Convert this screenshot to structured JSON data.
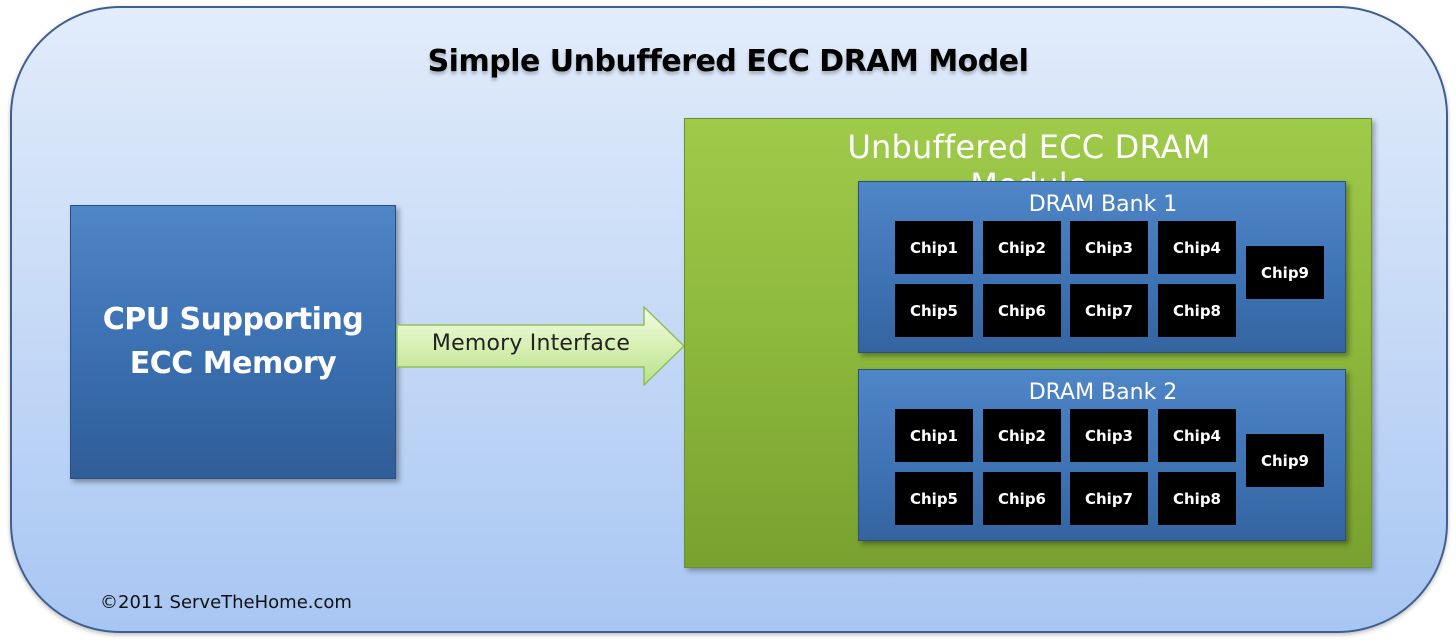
{
  "title": "Simple Unbuffered ECC DRAM Model",
  "cpu": {
    "label_line1": "CPU Supporting",
    "label_line2": "ECC Memory"
  },
  "interface": {
    "label": "Memory Interface"
  },
  "module": {
    "title": "Unbuffered ECC DRAM Module",
    "banks": [
      {
        "title": "DRAM Bank 1",
        "chips": [
          "Chip1",
          "Chip2",
          "Chip3",
          "Chip4",
          "Chip5",
          "Chip6",
          "Chip7",
          "Chip8",
          "Chip9"
        ]
      },
      {
        "title": "DRAM Bank 2",
        "chips": [
          "Chip1",
          "Chip2",
          "Chip3",
          "Chip4",
          "Chip5",
          "Chip6",
          "Chip7",
          "Chip8",
          "Chip9"
        ]
      }
    ]
  },
  "footer": {
    "copyright": "©2011 ServeTheHome.com"
  },
  "colors": {
    "background_top": "#e2ecfb",
    "background_bottom": "#a8c6f3",
    "blue_box": "#3a6fb0",
    "module_green": "#8cb83c",
    "arrow_green": "#d9f2b8",
    "chip": "#000000"
  }
}
